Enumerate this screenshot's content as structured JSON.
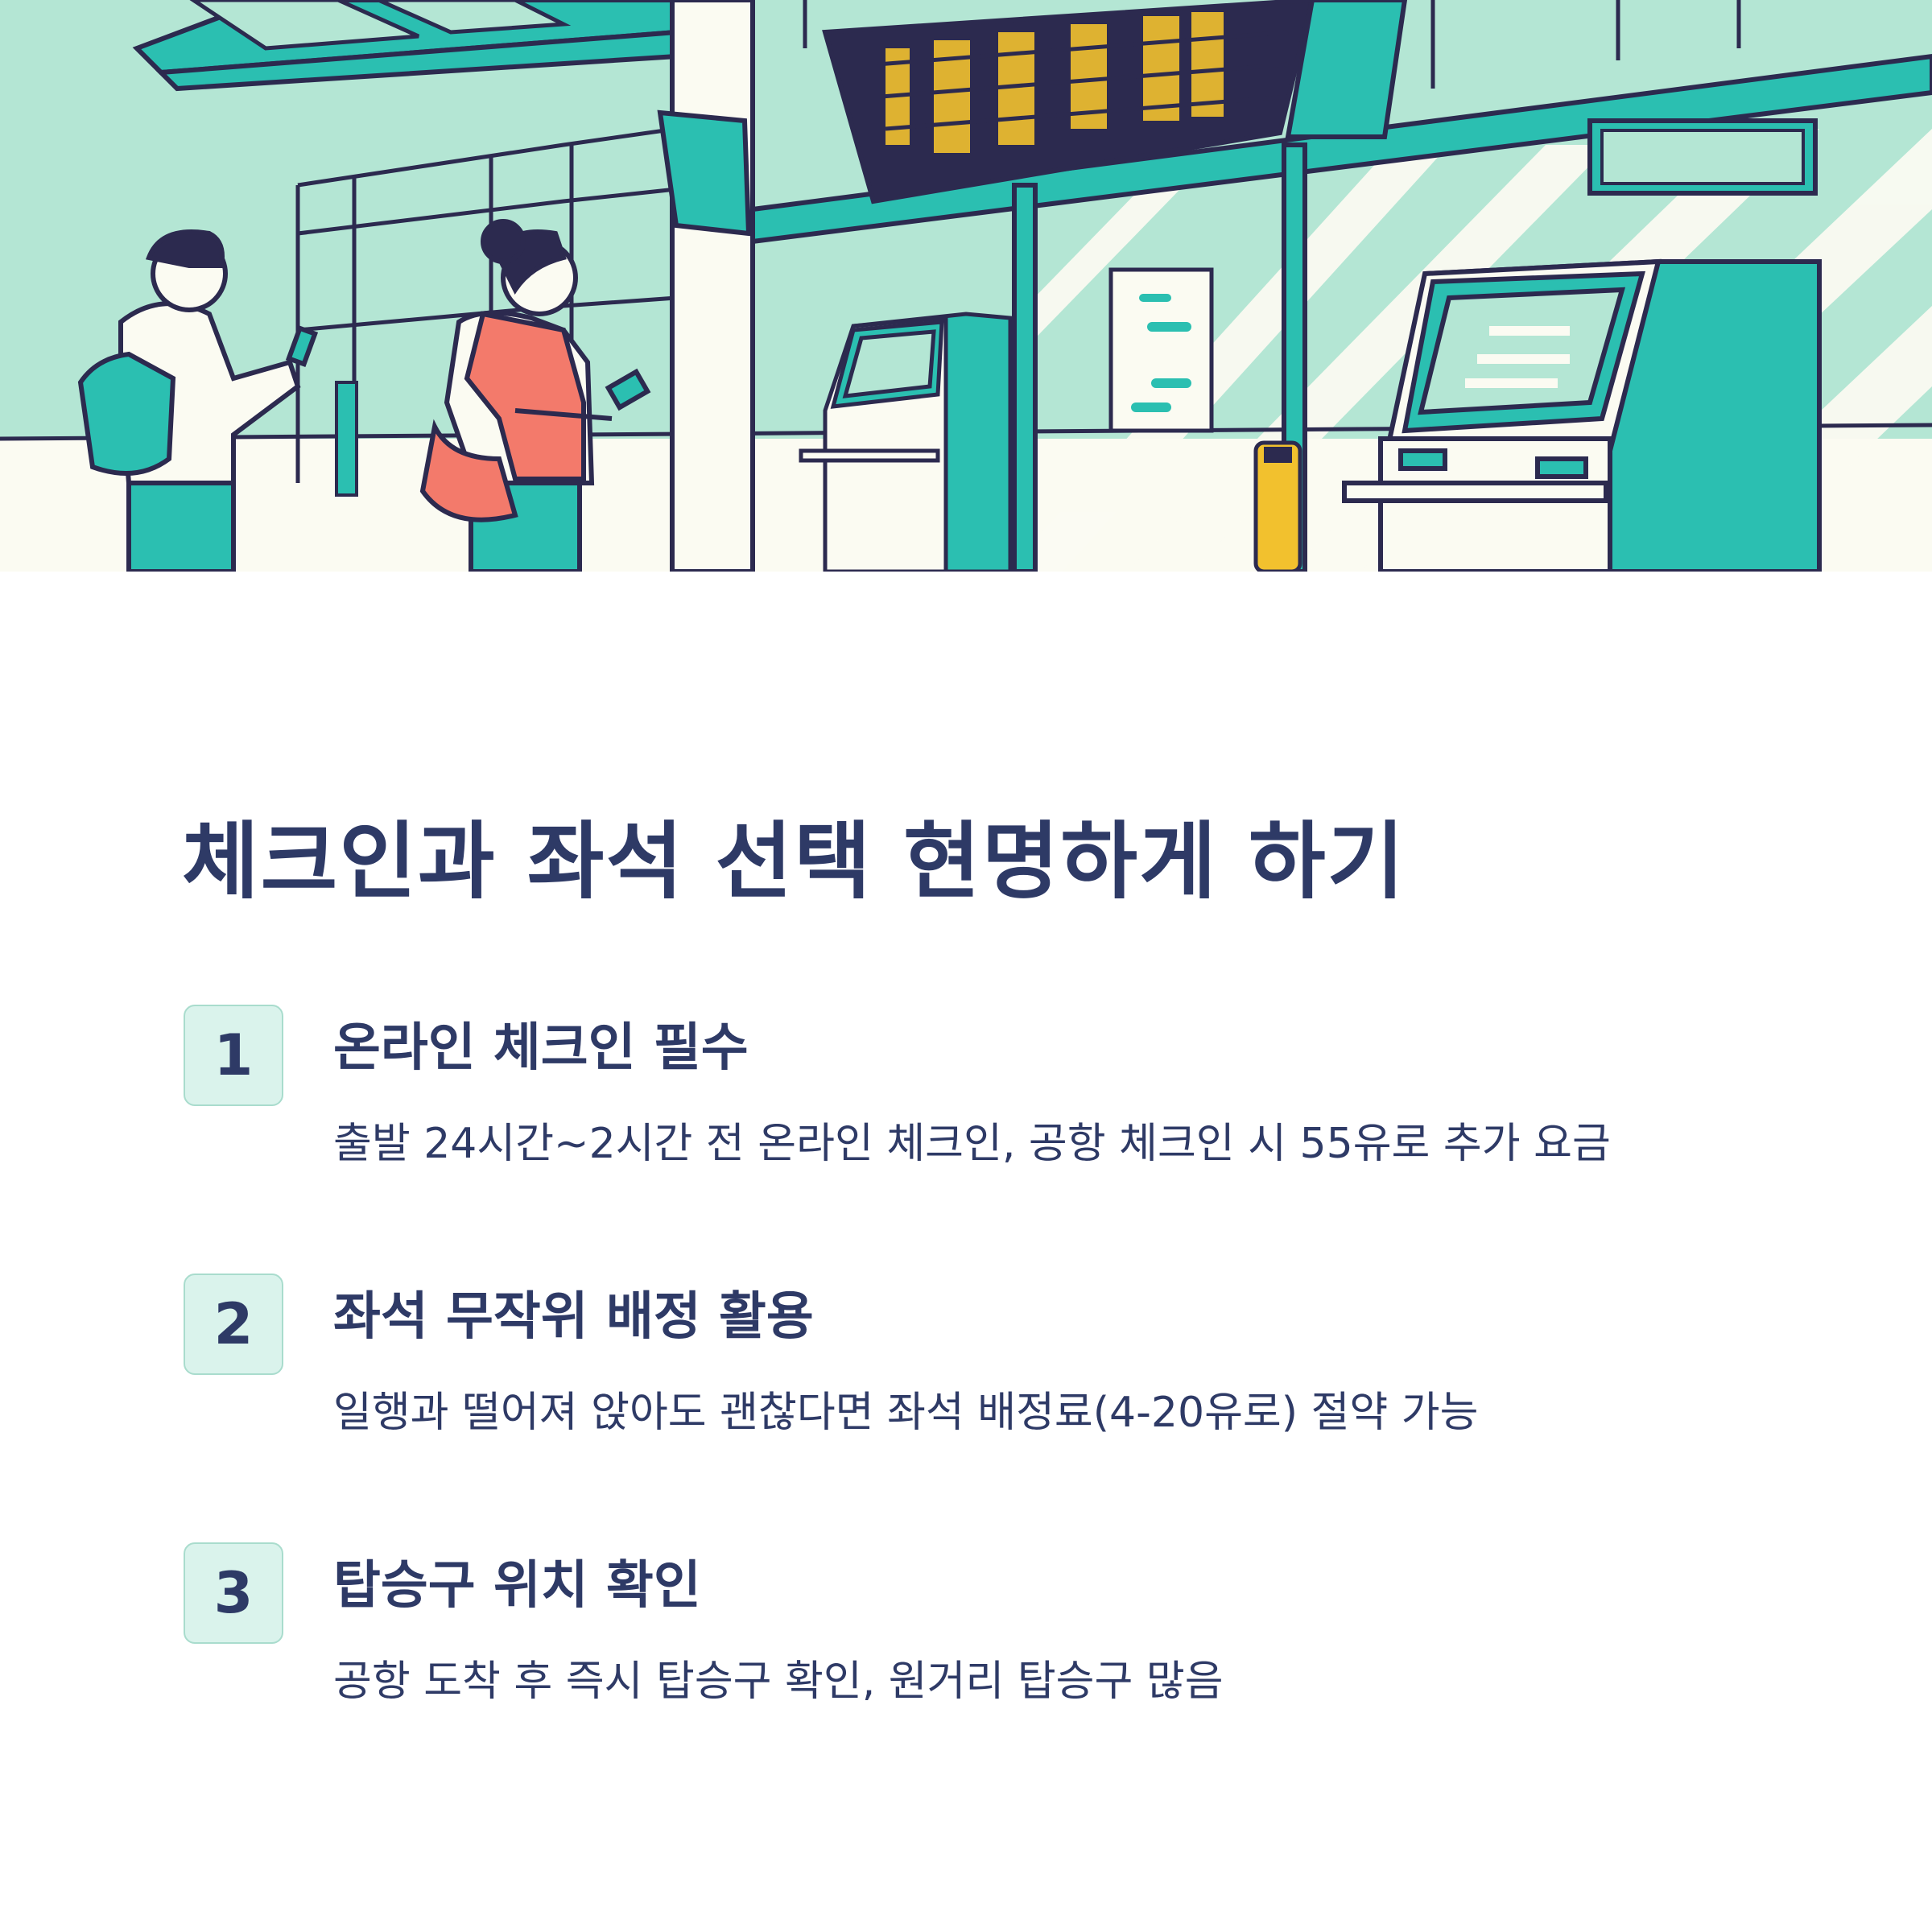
{
  "illustration": {
    "description_icons": [
      "traveler-with-backpack",
      "traveler-with-phone",
      "departure-board",
      "check-in-kiosk",
      "info-sign",
      "check-in-kiosk-large"
    ],
    "colors": {
      "teal": "#2bbfb1",
      "mint": "#b4e6d4",
      "cream": "#fbfbf2",
      "navy": "#2c2a4f",
      "coral": "#f37a6b",
      "yellow": "#f2c12e"
    }
  },
  "title": "체크인과 좌석 선택 현명하게 하기",
  "items": [
    {
      "number": "1",
      "title": "온라인 체크인 필수",
      "description": "출발 24시간~2시간 전 온라인 체크인, 공항 체크인 시 55유로 추가 요금"
    },
    {
      "number": "2",
      "title": "좌석 무작위 배정 활용",
      "description": "일행과 떨어져 앉아도 괜찮다면 좌석 배정료(4-20유로) 절약 가능"
    },
    {
      "number": "3",
      "title": "탑승구 위치 확인",
      "description": "공항 도착 후 즉시 탑승구 확인, 원거리 탑승구 많음"
    }
  ],
  "colors": {
    "text": "#2e3a66",
    "badge_bg": "#daf3ec",
    "badge_border": "#a9dccd",
    "background": "#ffffff"
  }
}
